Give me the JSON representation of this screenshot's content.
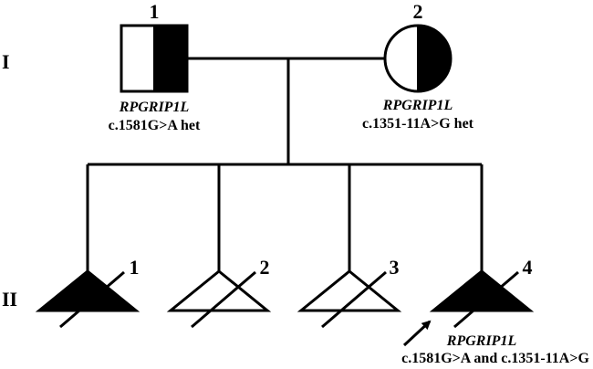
{
  "generations": {
    "gen1": "I",
    "gen2": "II"
  },
  "parents": {
    "father": {
      "number": "1",
      "gene": "RPGRIP1L",
      "variant": "c.1581G>A het"
    },
    "mother": {
      "number": "2",
      "gene": "RPGRIP1L",
      "variant": "c.1351-11A>G het"
    }
  },
  "children": [
    {
      "number": "1"
    },
    {
      "number": "2"
    },
    {
      "number": "3"
    },
    {
      "number": "4",
      "gene": "RPGRIP1L",
      "variant": "c.1581G>A and c.1351-11A>G"
    }
  ],
  "colors": {
    "line": "#000000",
    "affected": "#000000",
    "unaffected": "#ffffff"
  }
}
